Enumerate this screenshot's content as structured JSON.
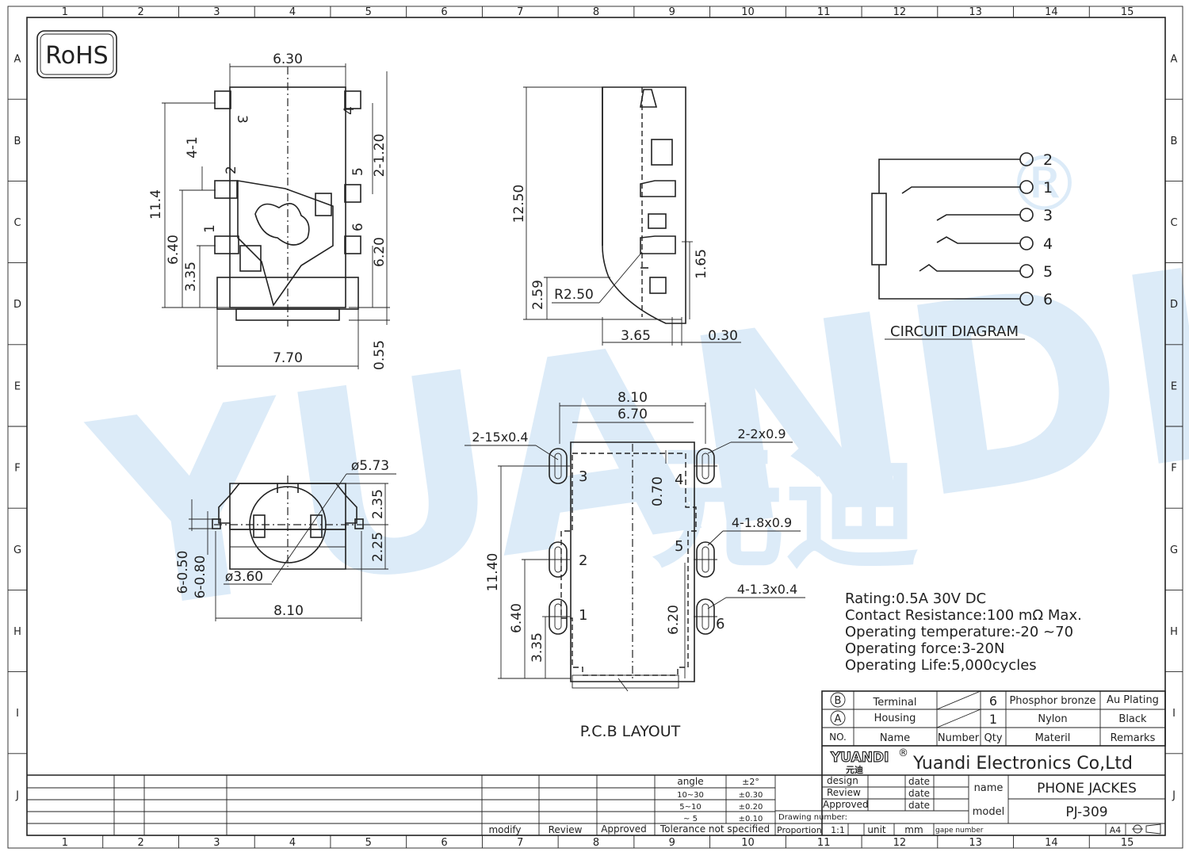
{
  "frame": {
    "col_numbers": [
      "1",
      "2",
      "3",
      "4",
      "5",
      "6",
      "7",
      "8",
      "9",
      "10",
      "11",
      "12",
      "13",
      "14",
      "15"
    ],
    "row_letters": [
      "A",
      "B",
      "C",
      "D",
      "E",
      "F",
      "G",
      "H",
      "I",
      "J"
    ]
  },
  "badges": {
    "rohs": "RoHS",
    "registered": "®"
  },
  "watermark": {
    "latin": "YUANDI",
    "chinese": "元迪"
  },
  "side_view": {
    "dims": {
      "top_width": "6.30",
      "bottom_width": "7.70",
      "height": "11.4",
      "pin_4_1": "4-1",
      "pin_2_120": "2-1.20",
      "d640": "6.40",
      "d335": "3.35",
      "d620": "6.20",
      "d055": "0.55"
    },
    "pins": [
      "3",
      "4",
      "2",
      "5",
      "1",
      "6"
    ]
  },
  "profile_view": {
    "dims": {
      "height": "12.50",
      "d259": "2.59",
      "radius": "R2.50",
      "d165": "1.65",
      "d365": "3.65",
      "d030": "0.30"
    }
  },
  "front_view": {
    "dims": {
      "dia_outer": "ø5.73",
      "dia_inner": "ø3.60",
      "d235": "2.35",
      "d225": "2.25",
      "d050": "6-0.50",
      "d080": "6-0.80",
      "width": "8.10"
    }
  },
  "pcb_layout": {
    "title": "P.C.B LAYOUT",
    "dims": {
      "outer": "8.10",
      "inner": "6.70",
      "slot_a": "2-15x0.4",
      "slot_b": "2-2x0.9",
      "slot_c": "4-1.8x0.9",
      "slot_d": "4-1.3x0.4",
      "d070": "0.70",
      "d1140": "11.40",
      "d640": "6.40",
      "d335": "3.35",
      "d620": "6.20"
    },
    "pins": [
      "3",
      "4",
      "2",
      "5",
      "1",
      "6"
    ]
  },
  "circuit": {
    "title": "CIRCUIT  DIAGRAM",
    "pins": [
      "2",
      "1",
      "3",
      "4",
      "5",
      "6"
    ]
  },
  "specs": [
    "Rating:0.5A  30V  DC",
    "Contact  Resistance:100  mΩ  Max.",
    "Operating  temperature:-20  ~70",
    "Operating  force:3-20N",
    "Operating  Life:5,000cycles"
  ],
  "bom": {
    "rows": [
      {
        "id": "B",
        "name": "Terminal",
        "qty": "6",
        "material": "Phosphor bronze",
        "remarks": "Au Plating"
      },
      {
        "id": "A",
        "name": "Housing",
        "qty": "1",
        "material": "Nylon",
        "remarks": "Black"
      }
    ],
    "header": {
      "no": "NO.",
      "name": "Name",
      "number": "Number",
      "qty": "Qty",
      "material": "Materil",
      "remarks": "Remarks"
    }
  },
  "title_block": {
    "logo": "YUANDI",
    "logo_cn": "元迪",
    "company": "Yuandi Electronics Co,Ltd",
    "design": "design",
    "review": "Review",
    "approved": "Approved",
    "date": "date",
    "name_label": "name",
    "name_value": "PHONE  JACKES",
    "model_label": "model",
    "model_value": "PJ-309",
    "drawing_number": "Drawing number:",
    "proportion": "Proportion",
    "ratio": "1:1",
    "unit": "unit",
    "mm": "mm",
    "gape_number": "gape number",
    "sheet": "A4",
    "tol_angle": "angle",
    "tol_angle_v": "±2°",
    "tol_1": "10~30",
    "tol_1v": "±0.30",
    "tol_2": "5~10",
    "tol_2v": "±0.20",
    "tol_3": "~ 5",
    "tol_3v": "±0.10",
    "tol_note": "Tolerance  not  specified",
    "modify": "modify",
    "review_b": "Review",
    "approved_b": "Approved"
  }
}
